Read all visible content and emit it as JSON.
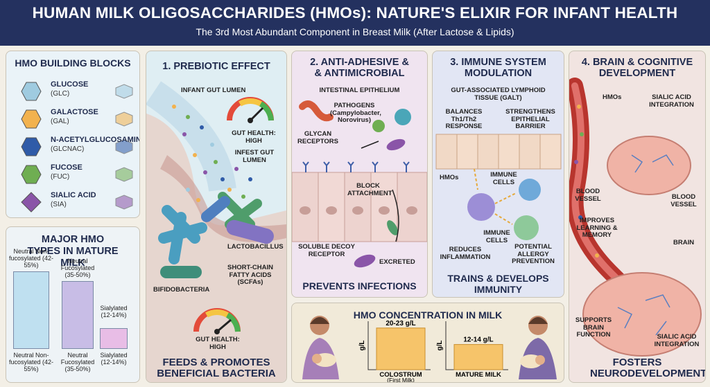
{
  "header": {
    "title": "HUMAN MILK OLIGOSACCHARIDES (HMOs): NATURE'S ELIXIR FOR INFANT HEALTH",
    "subtitle": "The 3rd Most Abundant Component in Breast Milk (After Lactose & Lipids)"
  },
  "building_blocks": {
    "title": "HMO BUILDING BLOCKS",
    "items": [
      {
        "name": "GLUCOSE",
        "abbr": "(GLC)",
        "color": "#9fcbe0"
      },
      {
        "name": "GALACTOSE",
        "abbr": "(GAL)",
        "color": "#f2b24e"
      },
      {
        "name": "N-ACETYLGLUCOSAMINE",
        "abbr": "(GLCNAC)",
        "color": "#2f5ba8"
      },
      {
        "name": "FUCOSE",
        "abbr": "(FUC)",
        "color": "#6fae52"
      },
      {
        "name": "SIALIC ACID",
        "abbr": "(SIA)",
        "color": "#8a55a8"
      }
    ]
  },
  "hmo_types": {
    "title": "MAJOR HMO TYPES IN MATURE MILK",
    "bars": [
      {
        "top_label": "Neutral Non-fucosylated (42-55%)",
        "bottom_label": "Neutral Non-fucosylated (42-55%)",
        "value": 48.5,
        "color": "#bfe0f0"
      },
      {
        "top_label": "Neutral Fucosylated (35-50%)",
        "bottom_label": "Neutral Fucosylated (35-50%)",
        "value": 42.5,
        "color": "#c8bde6"
      },
      {
        "top_label": "Sialylated (12-14%)",
        "bottom_label": "Sialylated (12-14%)",
        "value": 13,
        "color": "#e8bde6"
      }
    ]
  },
  "prebiotic": {
    "title": "1. PREBIOTIC EFFECT",
    "lumen": "INFANT GUT LUMEN",
    "gut_health_top": "GUT HEALTH: HIGH",
    "infest": "INFEST GUT LUMEN",
    "lactobacillus": "LACTOBACILLUS",
    "bifido": "BIFIDOBACTERIA",
    "scfa": "SHORT-CHAIN FATTY ACIDS (SCFAs)",
    "gut_health_bottom": "GUT HEALTH: HIGH",
    "bottom": "FEEDS & PROMOTES BENEFICIAL BACTERIA"
  },
  "antiadhesive": {
    "title": "2. ANTI-ADHESIVE & & ANTIMICROBIAL",
    "epithelium": "INTESTINAL EPITHELIUM",
    "pathogens": "PATHOGENS (Campylobacter, Norovirus)",
    "glycan": "GLYCAN RECEPTORS",
    "block": "BLOCK ATTACHMENT",
    "decoy": "SOLUBLE DECOY RECEPTOR",
    "excreted": "EXCRETED",
    "bottom": "PREVENTS INFECTIONS"
  },
  "immune": {
    "title": "3. IMMUNE SYSTEM MODULATION",
    "galt": "GUT-ASSOCIATED LYMPHOID TISSUE (GALT)",
    "balances": "BALANCES Th1/Th2 RESPONSE",
    "strengthens": "STRENGTHENS EPITHELIAL BARRIER",
    "hmos": "HMOs",
    "immune_cells_1": "IMMUNE CELLS",
    "immune_cells_2": "IMMUNE CELLS",
    "reduces": "REDUCES INFLAMMATION",
    "allergy": "POTENTIAL ALLERGY PREVENTION",
    "bottom": "TRAINS & DEVELOPS IMMUNITY"
  },
  "brain": {
    "title": "4. BRAIN & COGNITIVE DEVELOPMENT",
    "hmos": "HMOs",
    "sialic_top": "SIALIC ACID INTEGRATION",
    "blood_left": "BLOOD VESSEL",
    "blood_right": "BLOOD VESSEL",
    "improves": "IMPROVES LEARNING & MEMORY",
    "brain": "BRAIN",
    "supports": "SUPPORTS BRAIN FUNCTION",
    "sialic_bottom": "SIALIC ACID INTEGRATION",
    "bottom": "FOSTERS NEURODEVELOPMENT"
  },
  "concentration": {
    "title": "HMO CONCENTRATION IN MILK",
    "ylabel": "g/L",
    "colostrum_value": "20-23 g/L",
    "colostrum_label": "COLOSTRUM",
    "colostrum_sub": "(First Milk)",
    "mature_value": "12-14 g/L",
    "mature_label": "MATURE MILK"
  },
  "chart_data": {
    "type": "bar",
    "title": "HMO CONCENTRATION IN MILK",
    "categories": [
      "COLOSTRUM",
      "MATURE MILK"
    ],
    "values": [
      21.5,
      13
    ],
    "ylabel": "g/L",
    "xlabel": ""
  }
}
